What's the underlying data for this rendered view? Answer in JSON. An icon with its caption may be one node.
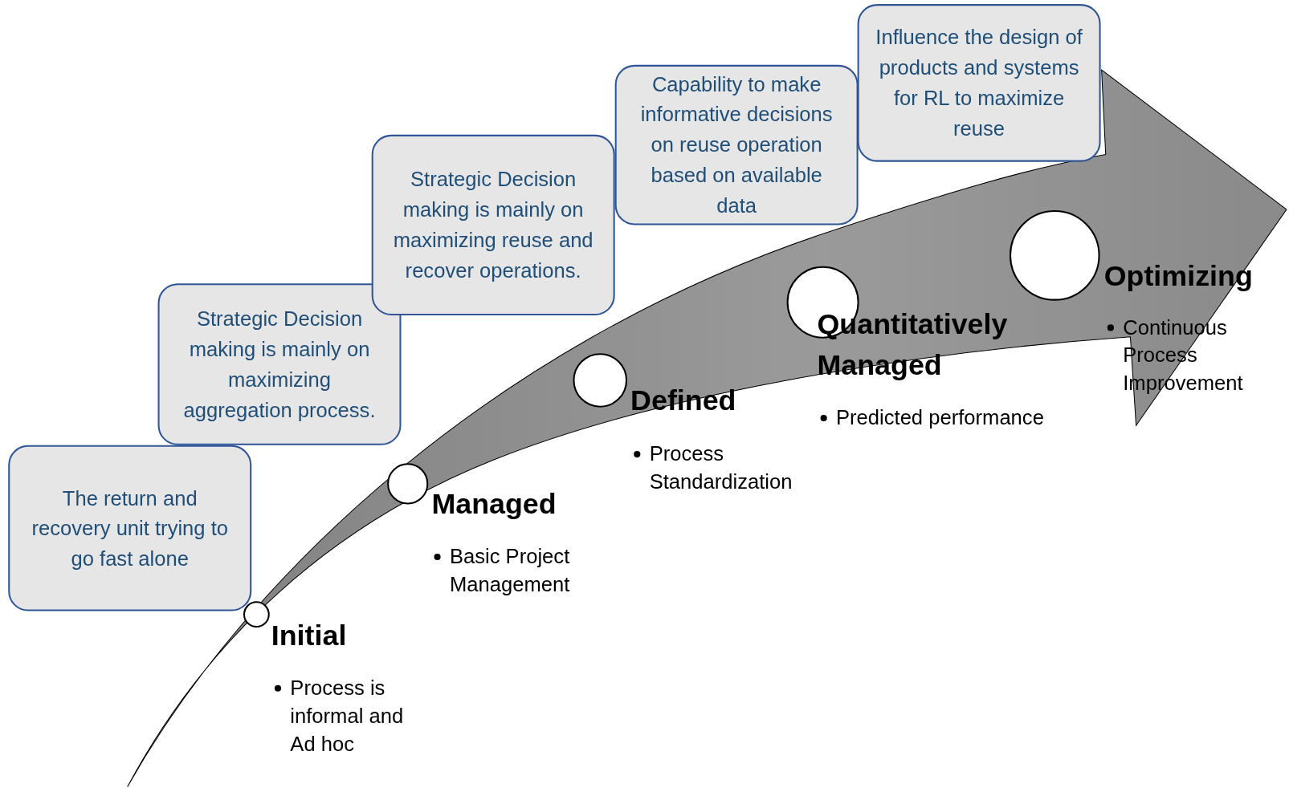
{
  "diagram": {
    "nodes": [
      {
        "text": [
          "The return and recovery unit trying to go fast alone"
        ]
      },
      {
        "text": [
          "Strategic Decision making is mainly on maximizing aggregation process."
        ]
      },
      {
        "text": [
          "Strategic Decision making is mainly on maximizing reuse and recover operations."
        ]
      },
      {
        "text": [
          "Capability to make informative decisions on reuse operation based on available data"
        ]
      },
      {
        "text": [
          "Influence the design of products and systems for RL to maximize reuse"
        ]
      },
      {
        "text": [],
        "shape": "circle"
      },
      {
        "text": [],
        "shape": "circle"
      },
      {
        "text": [],
        "shape": "circle"
      },
      {
        "text": [],
        "shape": "circle"
      },
      {
        "text": [],
        "shape": "circle"
      }
    ],
    "edges": [],
    "labels": [
      "Initial",
      "Process is informal and Ad hoc",
      "Managed",
      "Basic Project Management",
      "Defined",
      "Process Standardization",
      "Quantitatively Managed",
      "Predicted performance",
      "Optimizing",
      "Continuous Process Improvement"
    ]
  }
}
